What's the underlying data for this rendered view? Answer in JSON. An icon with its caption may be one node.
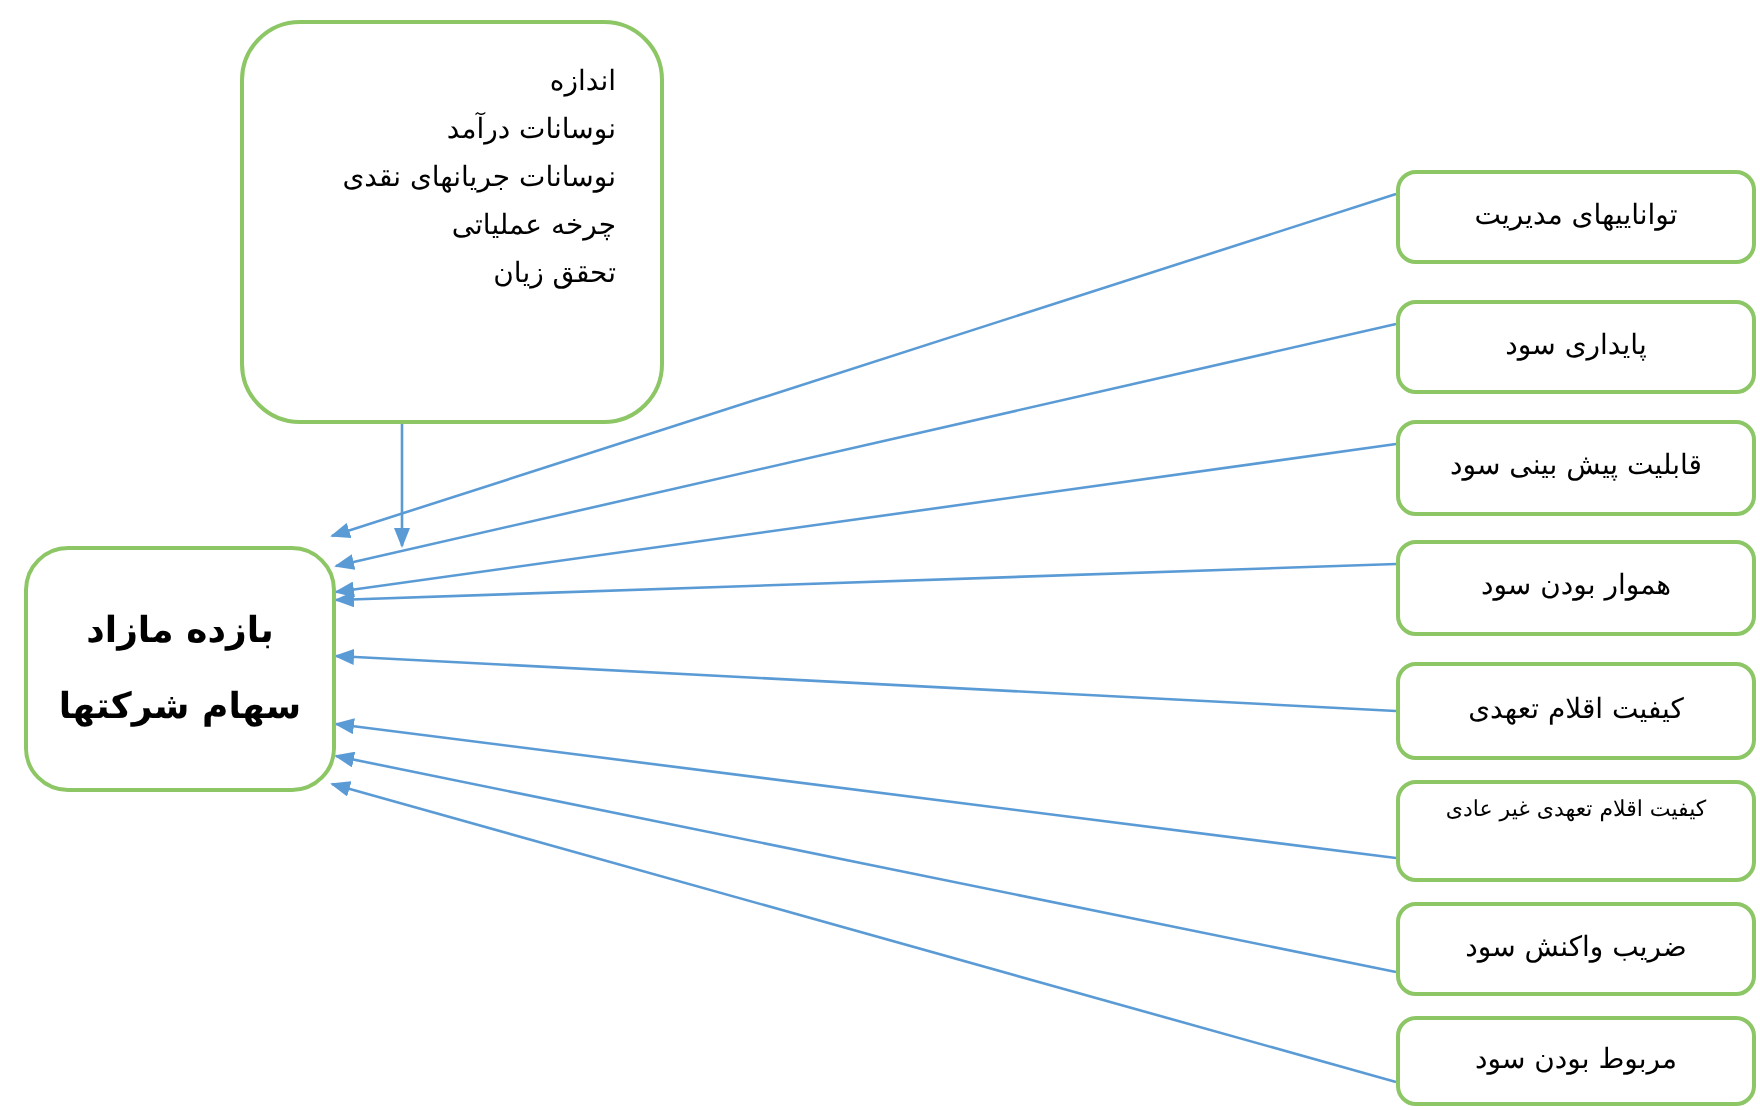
{
  "diagram": {
    "nodes": [
      {
        "text": [
          "اندازه",
          "نوسانات درآمد",
          "نوسانات جریانهای نقدی",
          "چرخه عملیاتی",
          "تحقق زیان"
        ]
      },
      {
        "text": [
          "بازده مازاد سهام شرکتها"
        ]
      },
      {
        "text": [
          "تواناییهای مدیریت"
        ]
      },
      {
        "text": [
          "پایداری سود"
        ]
      },
      {
        "text": [
          "قابلیت پیش بینی سود"
        ]
      },
      {
        "text": [
          "هموار بودن سود"
        ]
      },
      {
        "text": [
          "کیفیت اقلام تعهدی"
        ]
      },
      {
        "text": [
          "کیفیت اقلام تعهدی غیر عادی"
        ]
      },
      {
        "text": [
          "ضریب واکنش سود"
        ]
      },
      {
        "text": [
          "مربوط بودن سود"
        ]
      }
    ],
    "edges": [
      {
        "from": 0,
        "to": 1,
        "arrow": "to"
      },
      {
        "from": 2,
        "to": 1,
        "arrow": "to"
      },
      {
        "from": 3,
        "to": 1,
        "arrow": "to"
      },
      {
        "from": 4,
        "to": 1,
        "arrow": "to"
      },
      {
        "from": 5,
        "to": 1,
        "arrow": "to"
      },
      {
        "from": 6,
        "to": 1,
        "arrow": "to"
      },
      {
        "from": 7,
        "to": 1,
        "arrow": "to"
      },
      {
        "from": 8,
        "to": 1,
        "arrow": "to"
      },
      {
        "from": 9,
        "to": 1,
        "arrow": "to"
      }
    ]
  }
}
